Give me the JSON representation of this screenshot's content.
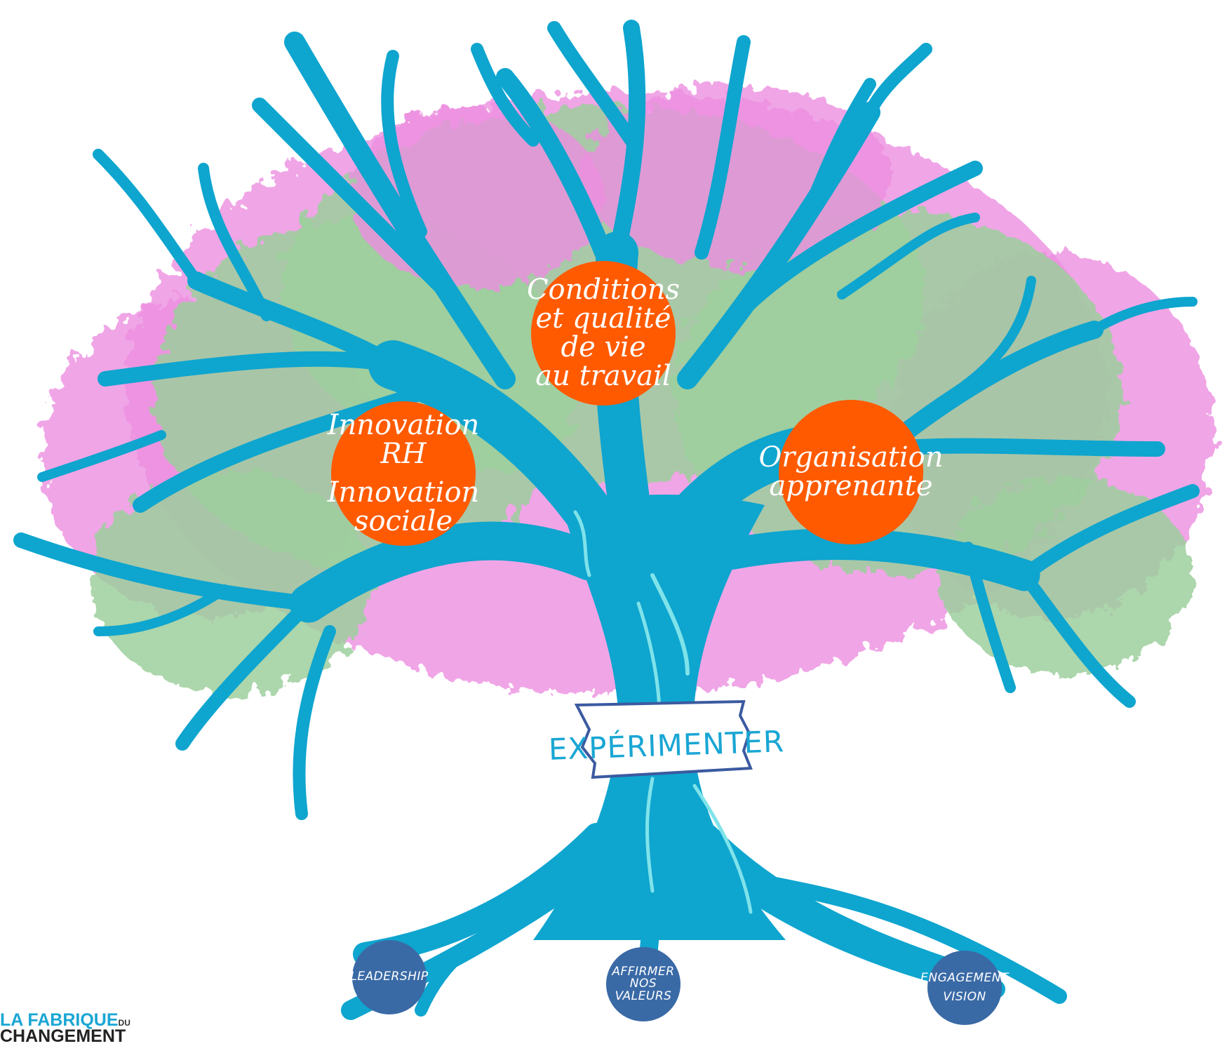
{
  "colors": {
    "trunk": "#0ea5cf",
    "vein": "#7fe3ea",
    "leaf_pink": "#ec8fe0",
    "leaf_green": "#9ecf9e",
    "orange_circle": "#ff5a00",
    "navy_circle": "#3a6aa6",
    "banner_text": "#1aa6d4",
    "banner_border": "#3b5aa0"
  },
  "branches": {
    "innovation": [
      "Innovation",
      "RH",
      "",
      "Innovation",
      "sociale"
    ],
    "conditions": [
      "Conditions",
      "et qualité",
      "de vie",
      "au travail"
    ],
    "organisation": [
      "Organisation",
      "apprenante"
    ]
  },
  "trunk_label": "EXPÉRIMENTER",
  "roots": {
    "leadership": [
      "LEADERSHIP"
    ],
    "valeurs": [
      "AFFIRMER",
      "NOS",
      "VALEURS"
    ],
    "engagement": [
      "ENGAGEMENT",
      "",
      "VISION"
    ]
  },
  "logo": {
    "line1": "LA FABRIQUE",
    "line1_small": "DU",
    "line2": "CHANGEMENT"
  }
}
